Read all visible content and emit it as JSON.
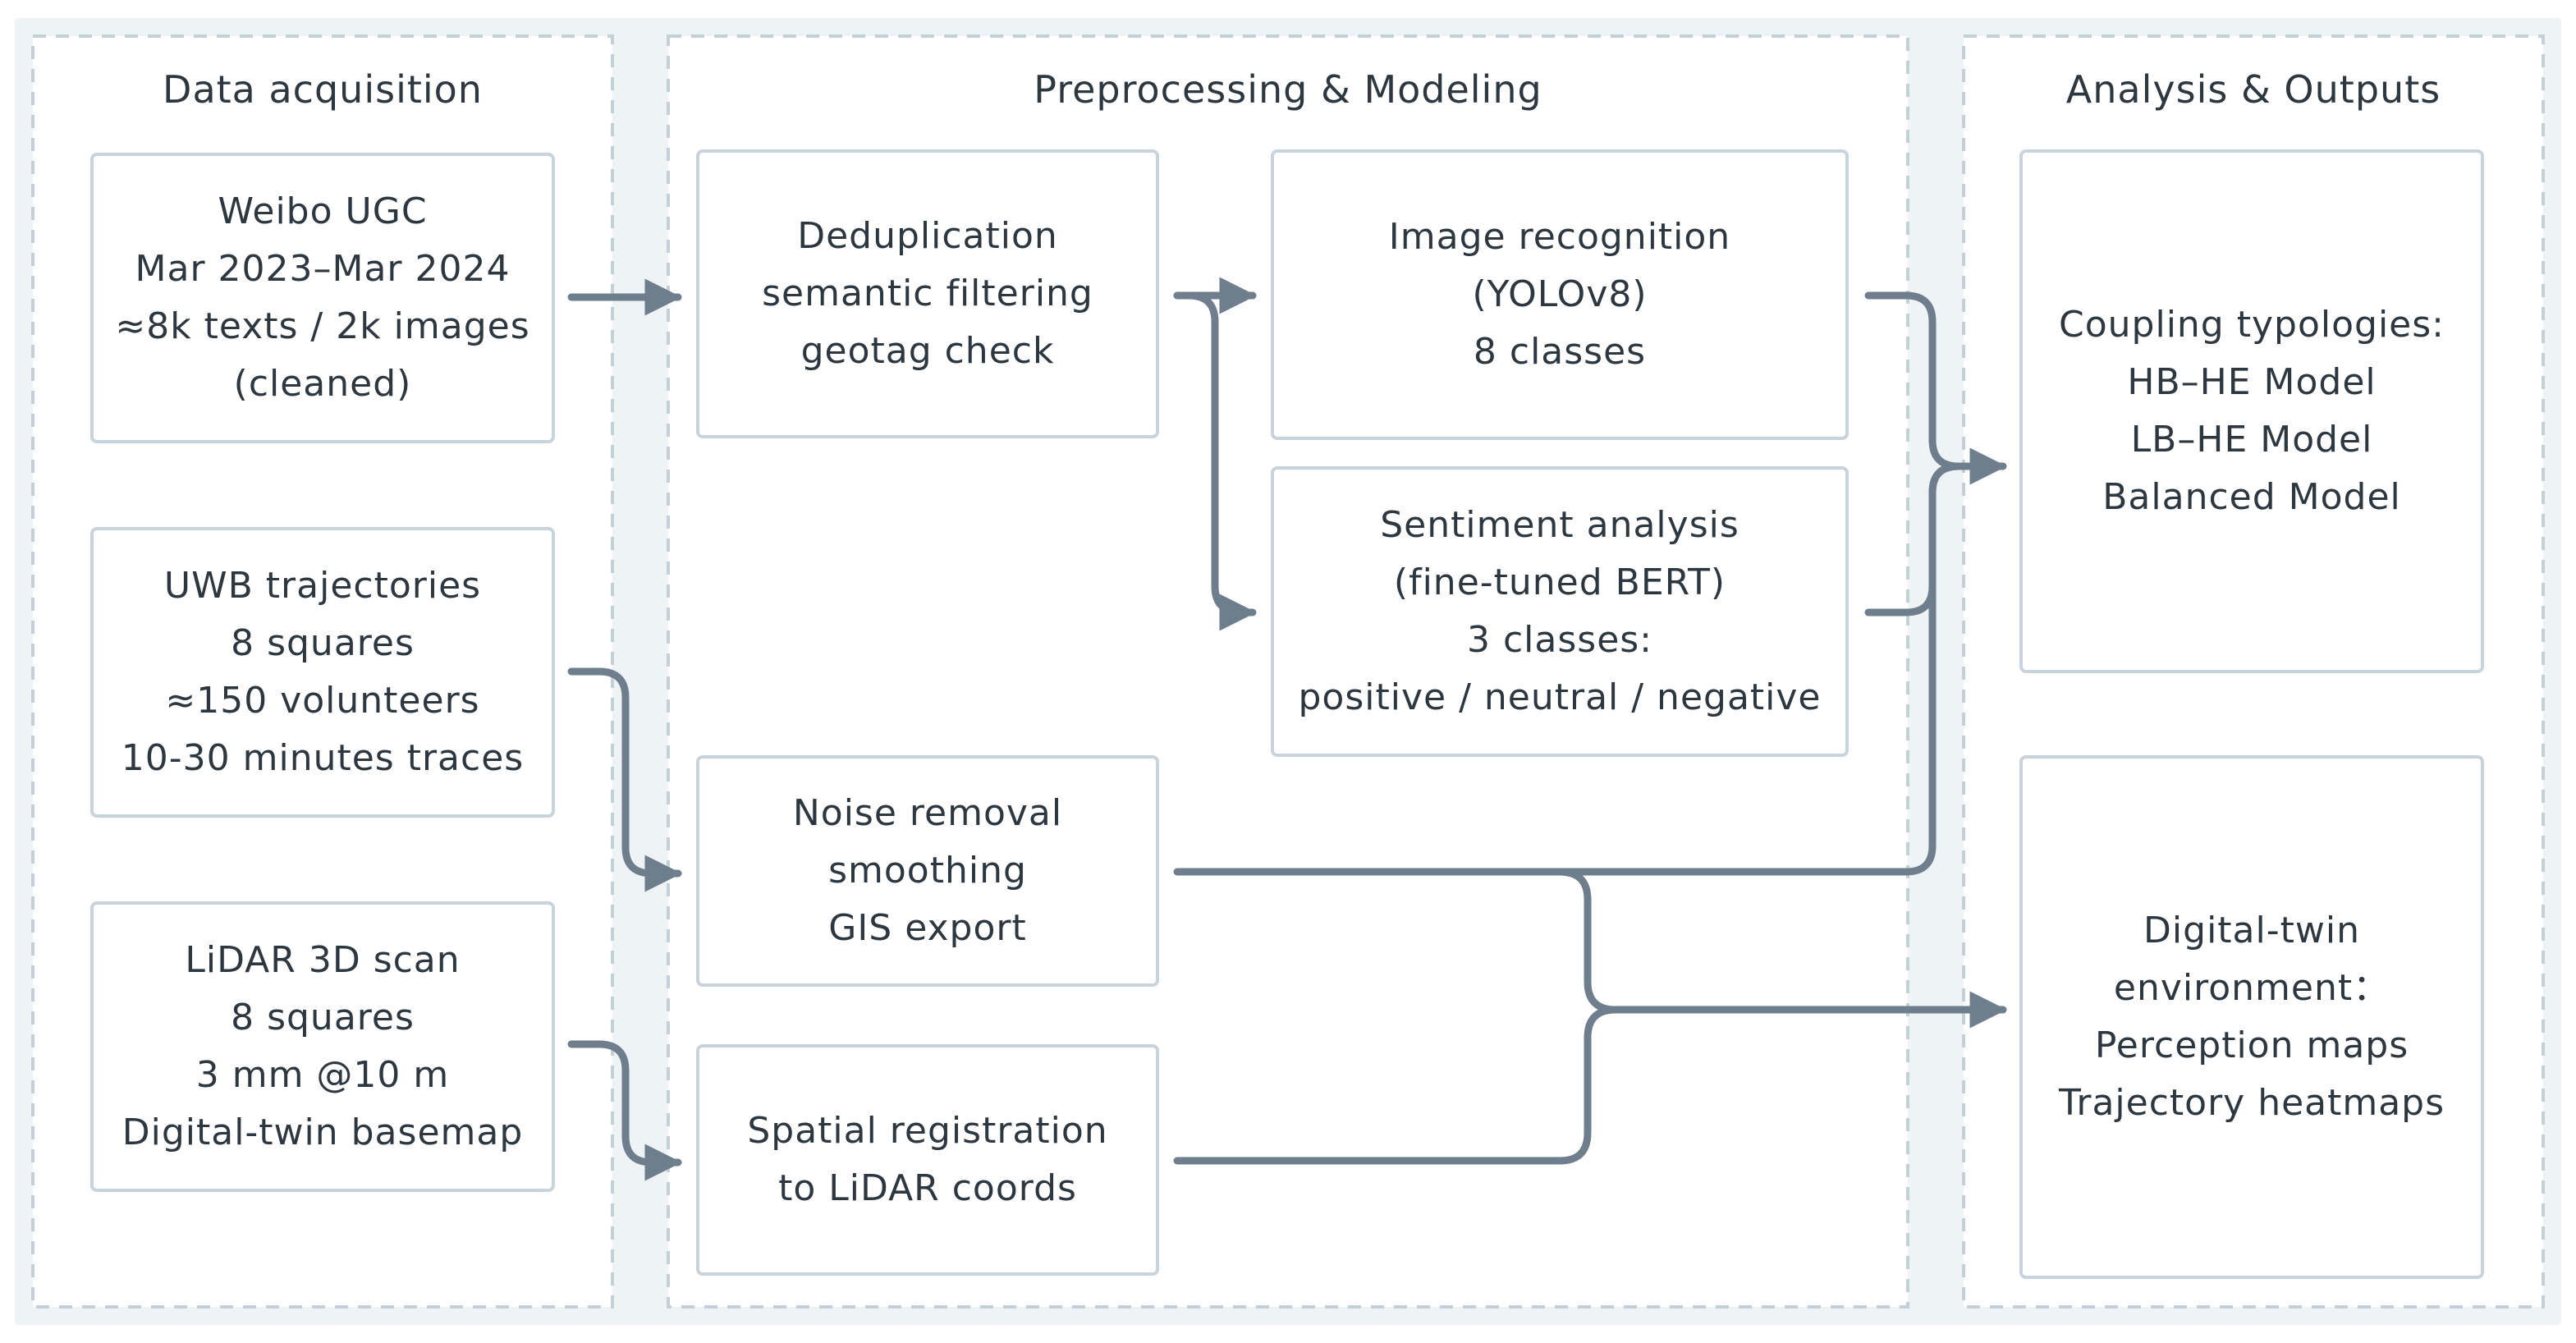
{
  "colors": {
    "band_bg": "#eef3f6",
    "panel_bg": "#ffffff",
    "dash_border": "#c3d0d8",
    "box_border": "#c8d3db",
    "arrow": "#6e7e8d",
    "text": "#2c3740"
  },
  "columns": [
    {
      "id": "col-acquisition",
      "title": "Data acquisition"
    },
    {
      "id": "col-preprocessing",
      "title": "Preprocessing & Modeling"
    },
    {
      "id": "col-analysis",
      "title": "Analysis & Outputs"
    }
  ],
  "boxes": [
    {
      "id": "weibo-ugc",
      "lines": [
        "Weibo UGC",
        "Mar 2023–Mar 2024",
        "≈8k texts / 2k images",
        "(cleaned)"
      ]
    },
    {
      "id": "uwb-trajectories",
      "lines": [
        "UWB trajectories",
        "8 squares",
        "≈150 volunteers",
        "10-30 minutes traces"
      ]
    },
    {
      "id": "lidar-scan",
      "lines": [
        "LiDAR 3D scan",
        "8 squares",
        "3 mm @10 m",
        "Digital-twin basemap"
      ]
    },
    {
      "id": "deduplication",
      "lines": [
        "Deduplication",
        "semantic filtering",
        "geotag check"
      ]
    },
    {
      "id": "image-recognition",
      "lines": [
        "Image recognition",
        "(YOLOv8)",
        "8 classes"
      ]
    },
    {
      "id": "sentiment-analysis",
      "lines": [
        "Sentiment analysis",
        "(fine-tuned BERT)",
        "3 classes:",
        "positive / neutral / negative"
      ]
    },
    {
      "id": "noise-removal",
      "lines": [
        "Noise removal",
        "smoothing",
        "GIS export"
      ]
    },
    {
      "id": "spatial-registration",
      "lines": [
        "Spatial registration",
        "to LiDAR coords"
      ]
    },
    {
      "id": "coupling-typologies",
      "lines": [
        "Coupling typologies:",
        "HB–HE Model",
        "LB–HE Model",
        "Balanced Model"
      ]
    },
    {
      "id": "digital-twin",
      "lines": [
        "Digital-twin",
        "environment：",
        "Perception maps",
        "Trajectory heatmaps"
      ]
    }
  ]
}
